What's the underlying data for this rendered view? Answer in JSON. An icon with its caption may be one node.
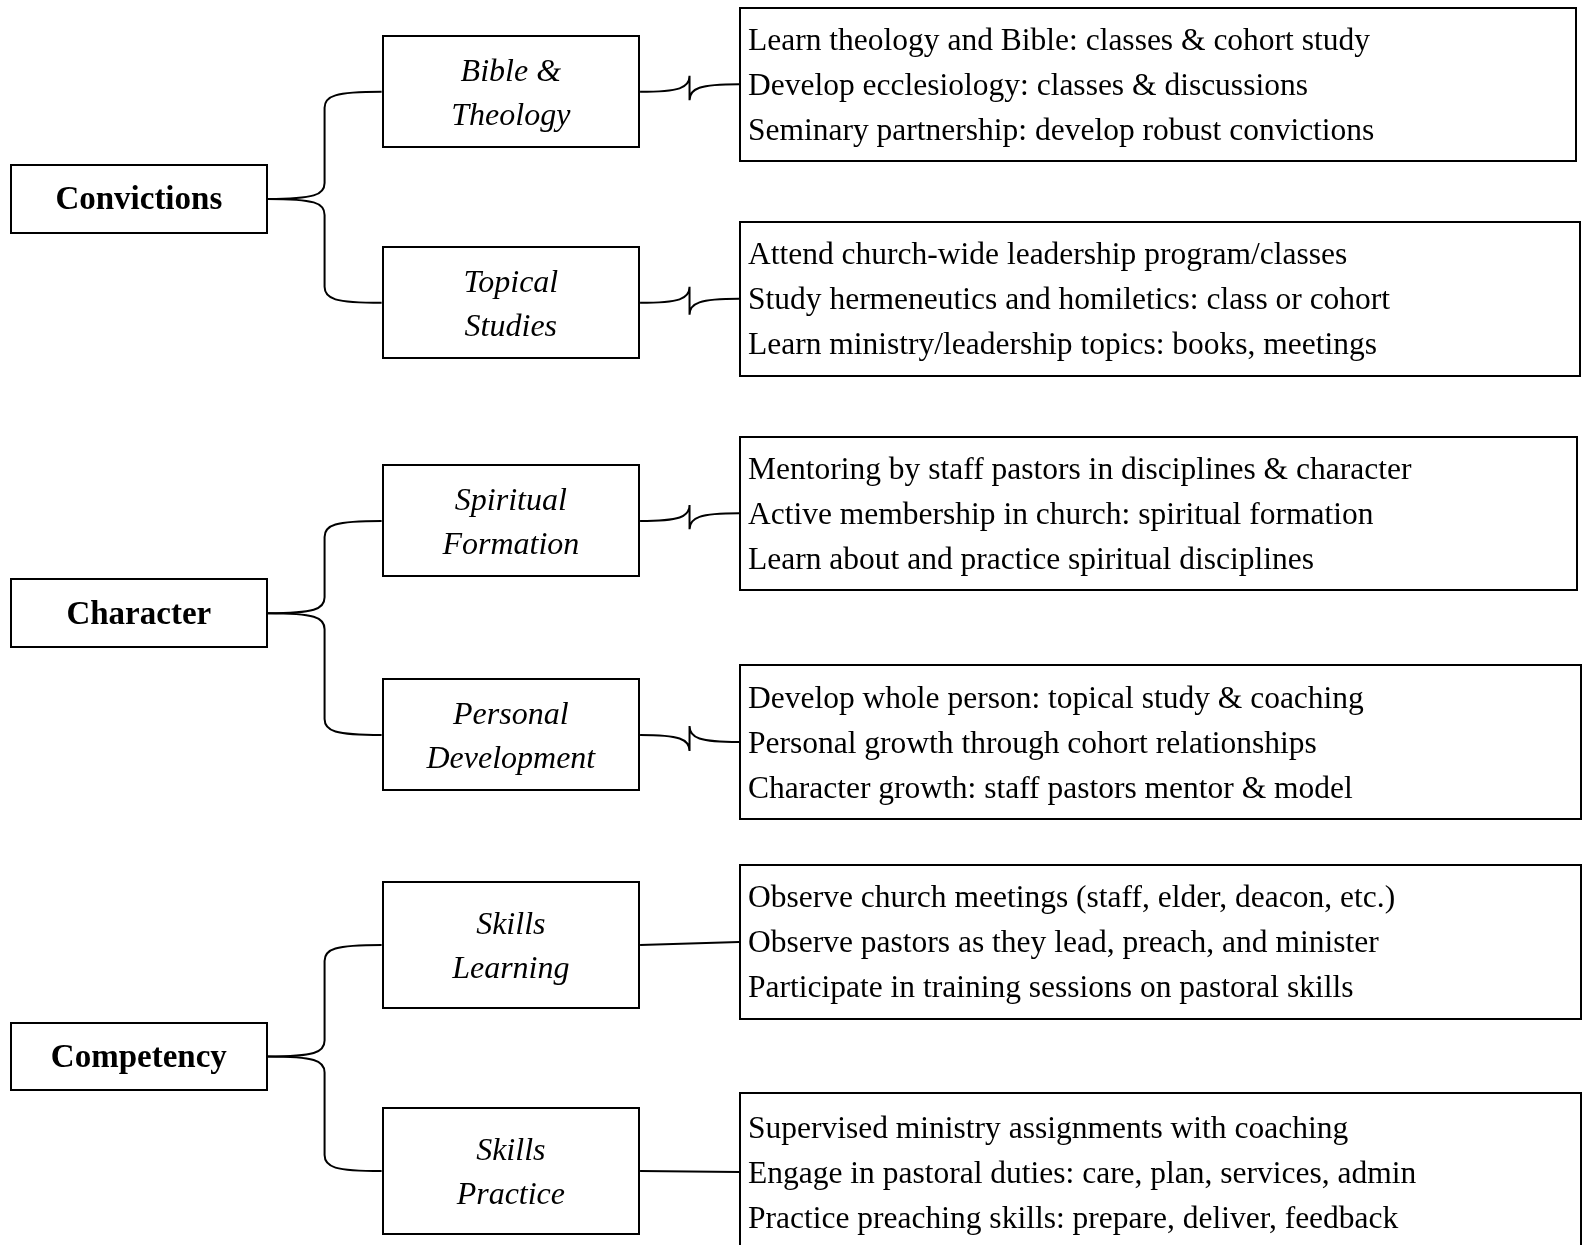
{
  "diagram": {
    "nodes": [
      {
        "text": [
          "Convictions"
        ]
      },
      {
        "text": [
          "Bible & Theology"
        ]
      },
      {
        "text": [
          "Learn theology and Bible: classes & cohort study",
          "Develop ecclesiology: classes & discussions",
          "Seminary partnership: develop robust convictions"
        ]
      },
      {
        "text": [
          "Topical Studies"
        ]
      },
      {
        "text": [
          "Attend church-wide leadership program/classes",
          "Study hermeneutics and homiletics: class or cohort",
          "Learn ministry/leadership topics: books, meetings"
        ]
      },
      {
        "text": [
          "Character"
        ]
      },
      {
        "text": [
          "Spiritual Formation"
        ]
      },
      {
        "text": [
          "Mentoring by staff pastors in disciplines & character",
          "Active membership in church: spiritual formation",
          "Learn about and practice spiritual disciplines"
        ]
      },
      {
        "text": [
          "Personal Development"
        ]
      },
      {
        "text": [
          "Develop whole person: topical study & coaching",
          "Personal growth through cohort relationships",
          "Character growth: staff pastors mentor & model"
        ]
      },
      {
        "text": [
          "Competency"
        ]
      },
      {
        "text": [
          "Skills Learning"
        ]
      },
      {
        "text": [
          "Observe church meetings (staff, elder, deacon, etc.)",
          "Observe pastors as they lead, preach, and minister",
          "Participate in training sessions on pastoral skills"
        ]
      },
      {
        "text": [
          "Skills Practice"
        ]
      },
      {
        "text": [
          "Supervised ministry assignments with coaching",
          "Engage in pastoral duties: care, plan, services, admin",
          "Practice preaching skills: prepare, deliver, feedback"
        ]
      }
    ],
    "edges": [
      {
        "from": 0,
        "to": 1,
        "arrow": "none"
      },
      {
        "from": 0,
        "to": 3,
        "arrow": "none"
      },
      {
        "from": 1,
        "to": 2,
        "arrow": "none"
      },
      {
        "from": 3,
        "to": 4,
        "arrow": "none"
      },
      {
        "from": 5,
        "to": 6,
        "arrow": "none"
      },
      {
        "from": 5,
        "to": 8,
        "arrow": "none"
      },
      {
        "from": 6,
        "to": 7,
        "arrow": "none"
      },
      {
        "from": 8,
        "to": 9,
        "arrow": "none"
      },
      {
        "from": 10,
        "to": 11,
        "arrow": "none"
      },
      {
        "from": 10,
        "to": 13,
        "arrow": "none"
      },
      {
        "from": 11,
        "to": 12,
        "arrow": "none"
      },
      {
        "from": 13,
        "to": 14,
        "arrow": "none"
      }
    ]
  }
}
